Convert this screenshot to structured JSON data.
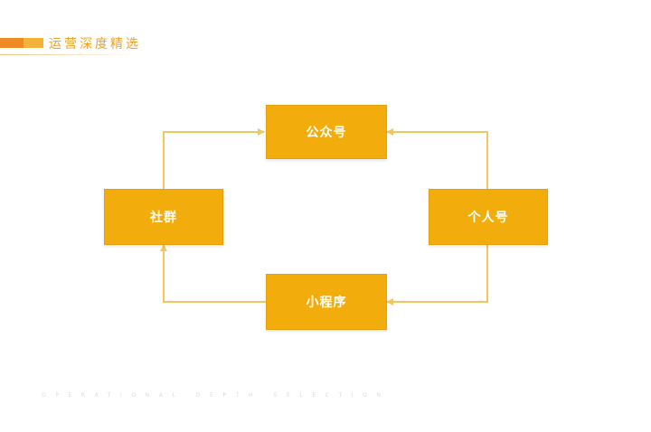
{
  "header": {
    "title": "运营深度精选"
  },
  "colors": {
    "accent_orange": "#f08a24",
    "accent_yellow": "#f4b23a",
    "node_fill": "#f2ad0c",
    "connector": "#f0c860"
  },
  "diagram": {
    "nodes": {
      "gzh": "公众号",
      "sq": "社群",
      "grh": "个人号",
      "xcx": "小程序"
    },
    "edges": [
      {
        "from": "社群",
        "to": "公众号"
      },
      {
        "from": "个人号",
        "to": "公众号"
      },
      {
        "from": "个人号",
        "to": "小程序"
      },
      {
        "from": "小程序",
        "to": "社群"
      }
    ]
  },
  "footer": {
    "text": "OPERATIONAL DEPTH SELECTION"
  }
}
